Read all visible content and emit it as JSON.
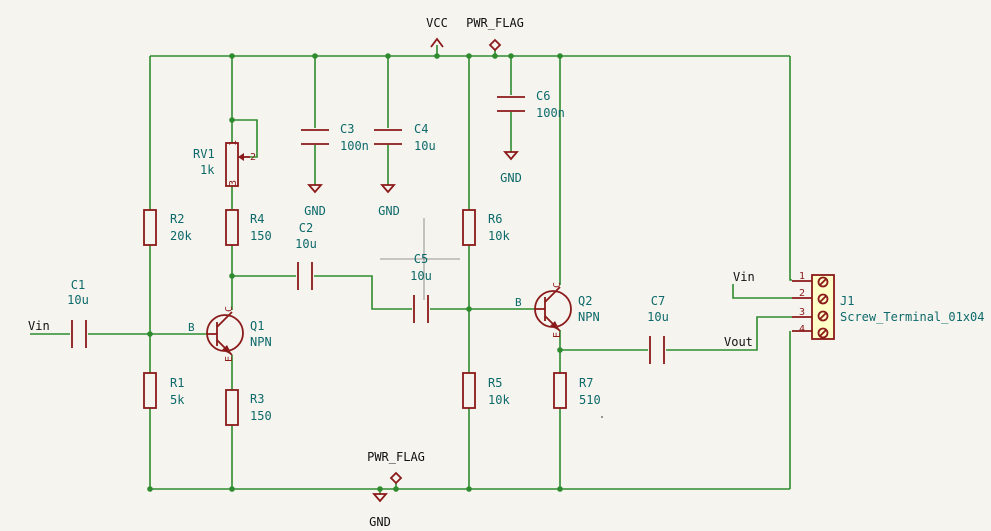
{
  "power": {
    "vcc": "VCC",
    "pwr_flag_top": "PWR_FLAG",
    "pwr_flag_bottom": "PWR_FLAG",
    "gnd_c3": "GND",
    "gnd_c4": "GND",
    "gnd_c6": "GND",
    "gnd_bottom": "GND"
  },
  "nets": {
    "vin_left": "Vin",
    "vin_right": "Vin",
    "vout": "Vout"
  },
  "components": {
    "rv1": {
      "ref": "RV1",
      "value": "1k",
      "pin1": "1",
      "pin2": "2",
      "pin3": "3"
    },
    "r1": {
      "ref": "R1",
      "value": "5k"
    },
    "r2": {
      "ref": "R2",
      "value": "20k"
    },
    "r3": {
      "ref": "R3",
      "value": "150"
    },
    "r4": {
      "ref": "R4",
      "value": "150"
    },
    "r5": {
      "ref": "R5",
      "value": "10k"
    },
    "r6": {
      "ref": "R6",
      "value": "10k"
    },
    "r7": {
      "ref": "R7",
      "value": "510"
    },
    "c1": {
      "ref": "C1",
      "value": "10u"
    },
    "c2": {
      "ref": "C2",
      "value": "10u"
    },
    "c3": {
      "ref": "C3",
      "value": "100n"
    },
    "c4": {
      "ref": "C4",
      "value": "10u"
    },
    "c5": {
      "ref": "C5",
      "value": "10u"
    },
    "c6": {
      "ref": "C6",
      "value": "100n"
    },
    "c7": {
      "ref": "C7",
      "value": "10u"
    },
    "q1": {
      "ref": "Q1",
      "value": "NPN",
      "b": "B",
      "c": "C",
      "e": "E"
    },
    "q2": {
      "ref": "Q2",
      "value": "NPN",
      "b": "B",
      "c": "C",
      "e": "E"
    },
    "j1": {
      "ref": "J1",
      "value": "Screw_Terminal_01x04",
      "pins": [
        "1",
        "2",
        "3",
        "4"
      ]
    }
  }
}
